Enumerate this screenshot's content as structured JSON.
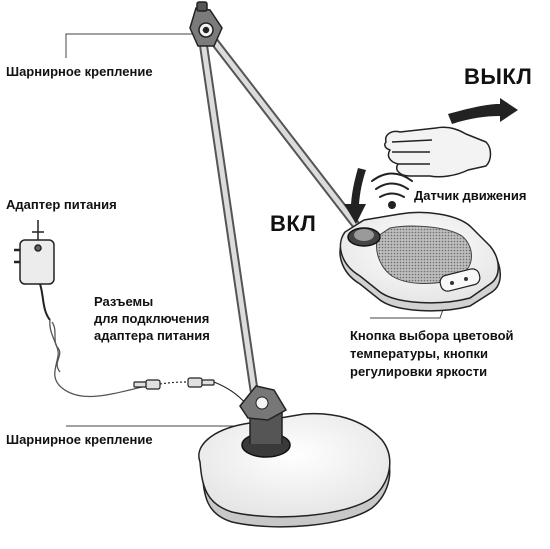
{
  "labels": {
    "hinge_top": "Шарнирное крепление",
    "adapter": "Адаптер питания",
    "connectors": [
      "Разъемы",
      "для подключения",
      "адаптера питания"
    ],
    "off": "ВЫКЛ",
    "on": "ВКЛ",
    "motion_sensor": "Датчик движения",
    "button": [
      "Кнопка выбора цветовой",
      "температуры, кнопки",
      "регулировки яркости"
    ],
    "hinge_bottom": "Шарнирное крепление"
  },
  "colors": {
    "line": "#333333",
    "arrow": "#222222",
    "base_top": "#f0f0f0",
    "base_shadow": "#cfcfcf"
  },
  "icons": [
    "hand-icon",
    "motion-waves-icon",
    "plug-icon"
  ]
}
